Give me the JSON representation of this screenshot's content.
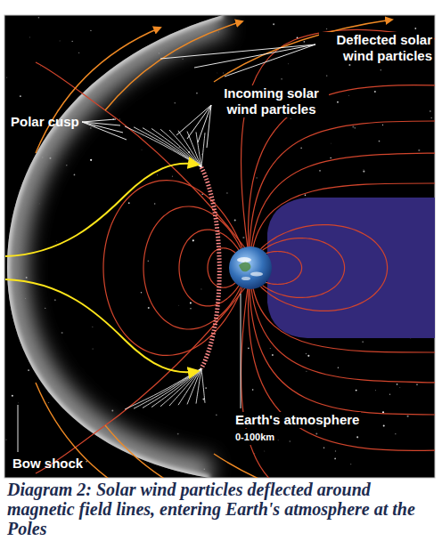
{
  "diagram": {
    "caption": "Diagram 2: Solar wind particles deflected around magnetic field lines, entering Earth's atmosphere at the Poles",
    "labels": [
      "Deflected solar wind particles",
      "Incoming solar wind particles",
      "Polar cusp",
      "Earth's atmosphere",
      "0-100km",
      "Bow shock"
    ]
  }
}
